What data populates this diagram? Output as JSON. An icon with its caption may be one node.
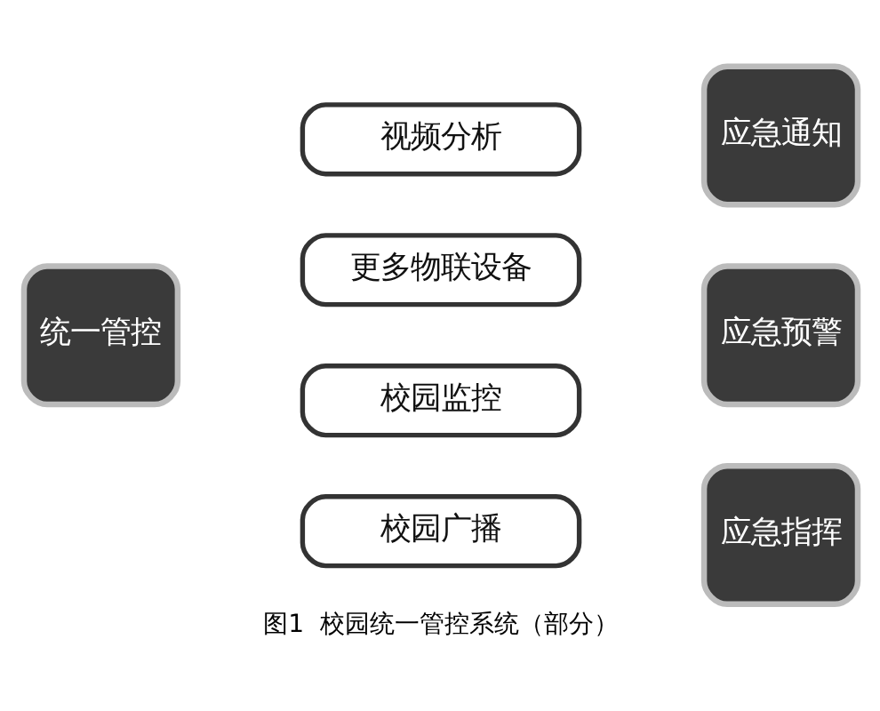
{
  "diagram": {
    "caption": "图1  校园统一管控系统（部分）",
    "nodes": [
      {
        "text": [
          "统一管控"
        ]
      },
      {
        "text": [
          "校园监控"
        ]
      },
      {
        "text": [
          "校园广播"
        ]
      },
      {
        "text": [
          "视频分析"
        ]
      },
      {
        "text": [
          "更多物联设备"
        ]
      },
      {
        "text": [
          "应急通知"
        ]
      },
      {
        "text": [
          "应急预警"
        ]
      },
      {
        "text": [
          "应急指挥"
        ]
      }
    ]
  }
}
